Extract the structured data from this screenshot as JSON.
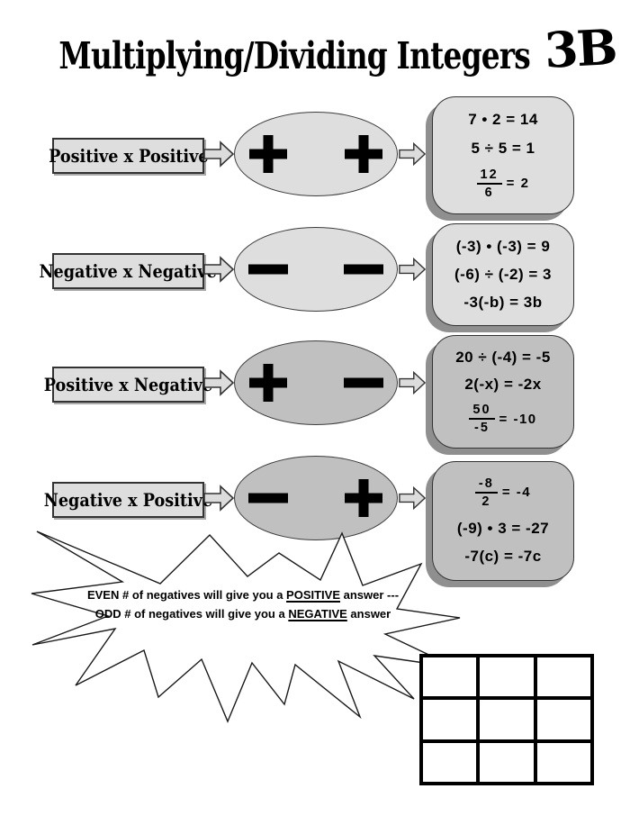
{
  "title": "Multiplying/Dividing Integers",
  "logo": "3B",
  "colors": {
    "light_fill": "#dedede",
    "dark_fill": "#c0c0c0",
    "shadow": "#8f8f8f",
    "ink": "#000000"
  },
  "rows": [
    {
      "label": "Positive x Positive",
      "signs": [
        "plus",
        "plus"
      ],
      "tone": "light",
      "examples": [
        {
          "text": "7 • 2 = 14"
        },
        {
          "text": "5 ÷ 5 = 1"
        },
        {
          "num": "12",
          "den": "6",
          "rhs": "= 2"
        }
      ]
    },
    {
      "label": "Negative x Negative",
      "signs": [
        "minus",
        "minus"
      ],
      "tone": "light",
      "examples": [
        {
          "text": "(-3) • (-3) = 9"
        },
        {
          "text": "(-6) ÷ (-2) = 3"
        },
        {
          "text": "-3(-b) = 3b"
        }
      ]
    },
    {
      "label": "Positive x Negative",
      "signs": [
        "plus",
        "minus"
      ],
      "tone": "dark",
      "examples": [
        {
          "text": "20 ÷ (-4) = -5"
        },
        {
          "text": "2(-x) = -2x"
        },
        {
          "num": "50",
          "den": "-5",
          "rhs": "= -10"
        }
      ]
    },
    {
      "label": "Negative x Positive",
      "signs": [
        "minus",
        "plus"
      ],
      "tone": "dark",
      "examples": [
        {
          "num": "-8",
          "den": "2",
          "rhs": "= -4"
        },
        {
          "text": "(-9) • 3 = -27"
        },
        {
          "text": "-7(c) = -7c"
        }
      ]
    }
  ],
  "burst": {
    "line1": {
      "pre": "EVEN # of negatives will give you a ",
      "word": "POSITIVE",
      "post": " answer ---"
    },
    "line2": {
      "pre": "ODD # of negatives will give you a ",
      "word": "NEGATIVE",
      "post": " answer"
    }
  },
  "grid": {
    "rows": 3,
    "cols": 3
  }
}
